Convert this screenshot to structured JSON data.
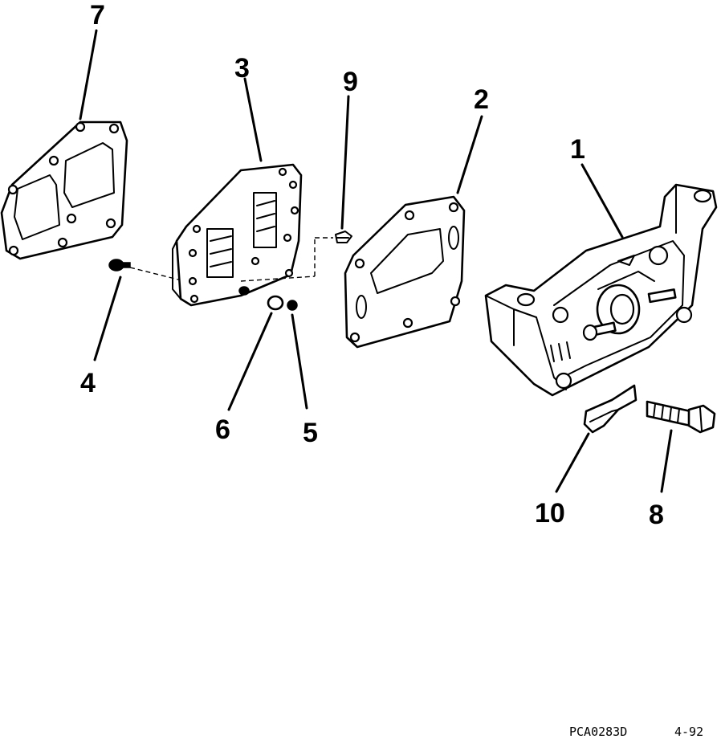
{
  "diagram": {
    "callouts": {
      "c1": "1",
      "c2": "2",
      "c3": "3",
      "c4": "4",
      "c5": "5",
      "c6": "6",
      "c7": "7",
      "c8": "8",
      "c9": "9",
      "c10": "10"
    },
    "figure_code": "PCA0283D",
    "revision": "4-92"
  }
}
